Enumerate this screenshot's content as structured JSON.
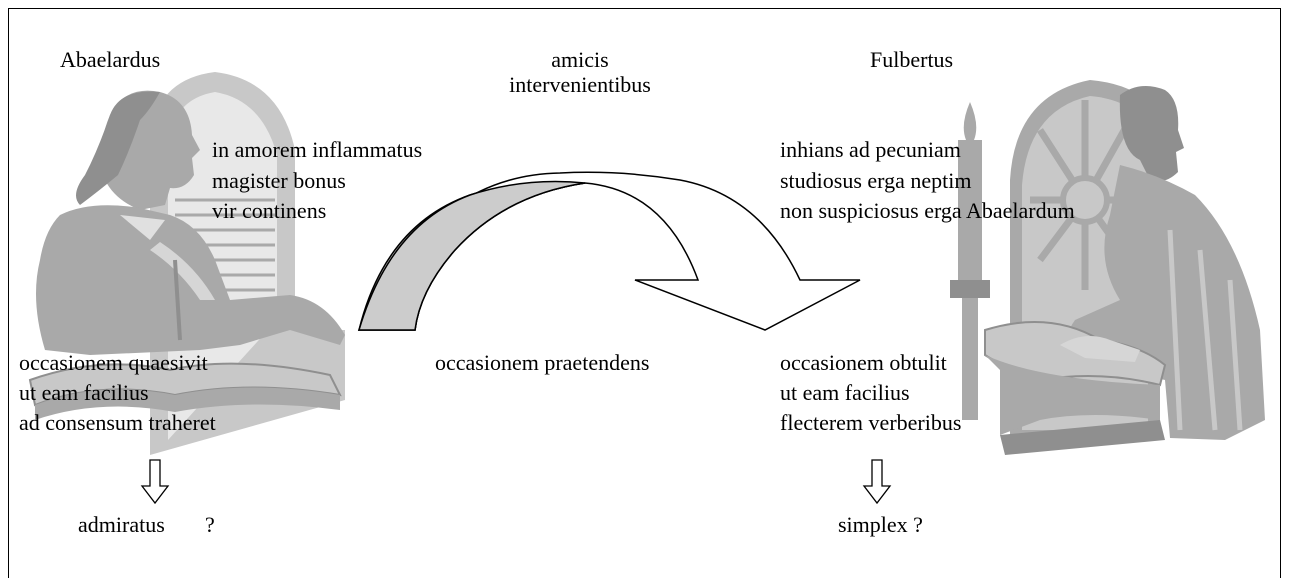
{
  "colors": {
    "figure": "#a9a9a9",
    "figure_light": "#c8c8c8",
    "arrow_fill": "#cccccc",
    "stroke": "#000000"
  },
  "left": {
    "name": "Abaelardus",
    "figure_icon": "scholar-reading-icon",
    "traits": [
      "in amorem inflammatus",
      "magister bonus",
      "vir continens"
    ],
    "action": [
      "occasionem quaesivit",
      "ut eam facilius",
      "ad consensum traheret"
    ],
    "result": "admiratus",
    "result_mark": "?"
  },
  "center": {
    "top_label": [
      "amicis",
      "intervenientibus"
    ],
    "bottom_label": "occasionem praetendens",
    "arrow_icon": "curved-arrow-icon"
  },
  "right": {
    "name": "Fulbertus",
    "figure_icon": "cleric-reading-icon",
    "traits": [
      "inhians ad pecuniam",
      "studiosus erga neptim",
      "non suspiciosus erga Abaelardum"
    ],
    "action": [
      "occasionem obtulit",
      "ut eam facilius",
      "flecterem verberibus"
    ],
    "result": "simplex ?"
  }
}
